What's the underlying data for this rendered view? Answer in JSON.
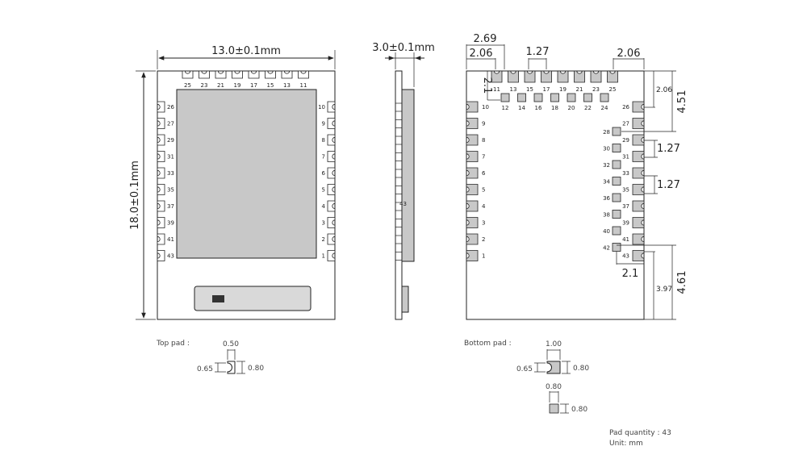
{
  "top_view": {
    "width_label": "13.0±0.1mm",
    "height_label": "18.0±0.1mm",
    "top_pins": [
      "25",
      "23",
      "21",
      "19",
      "17",
      "15",
      "13",
      "11"
    ],
    "left_pins": [
      "26",
      "27",
      "29",
      "31",
      "33",
      "35",
      "37",
      "39",
      "41",
      "43"
    ],
    "right_pins": [
      "10",
      "9",
      "8",
      "7",
      "6",
      "5",
      "4",
      "3",
      "2",
      "1"
    ]
  },
  "side_view": {
    "thickness_label": "3.0±0.1mm",
    "pin_label": "43"
  },
  "bottom_view": {
    "dims": {
      "d_269": "2.69",
      "d_206_left": "2.06",
      "d_127_top": "1.27",
      "d_206_right": "2.06",
      "d_21_top": "2.1",
      "d_206_side": "2.06",
      "d_451": "4.51",
      "d_127_a": "1.27",
      "d_127_b": "1.27",
      "d_21_bottom": "2.1",
      "d_397": "3.97",
      "d_461": "4.61"
    },
    "top_row_pins": [
      "11",
      "13",
      "15",
      "17",
      "19",
      "21",
      "23",
      "25"
    ],
    "inner_row_pins": [
      "12",
      "14",
      "16",
      "18",
      "20",
      "22",
      "24"
    ],
    "left_pins": [
      "10",
      "9",
      "8",
      "7",
      "6",
      "5",
      "4",
      "3",
      "2",
      "1"
    ],
    "right_pins": [
      "26",
      "27",
      "29",
      "31",
      "33",
      "35",
      "37",
      "39",
      "41",
      "43"
    ],
    "inner_col_pins": [
      "28",
      "30",
      "32",
      "34",
      "36",
      "38",
      "40",
      "42"
    ]
  },
  "legend": {
    "top_pad_label": "Top pad :",
    "top_pad_w": "0.50",
    "top_pad_h_left": "0.65",
    "top_pad_h_right": "0.80",
    "bottom_pad_label": "Bottom pad :",
    "bottom_pad_w": "1.00",
    "bottom_pad_h_left": "0.65",
    "bottom_pad_h_right": "0.80",
    "square_pad_w": "0.80",
    "square_pad_h": "0.80",
    "pad_quantity": "Pad quantity : 43",
    "unit": "Unit:   mm"
  }
}
